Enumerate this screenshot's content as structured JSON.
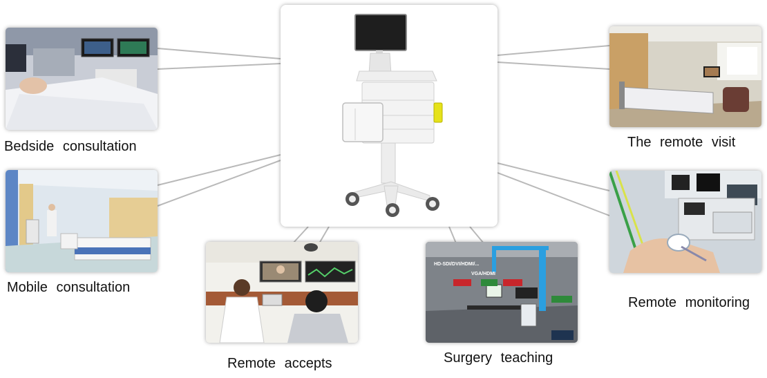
{
  "hub": {
    "icon": "medical-cart-icon"
  },
  "scenarios": [
    {
      "id": "bedside",
      "label": "Bedside consultation",
      "icon": "hospital-bed-icon"
    },
    {
      "id": "mobile",
      "label": "Mobile consultation",
      "icon": "ward-corridor-icon"
    },
    {
      "id": "remote-accepts",
      "label": "Remote accepts",
      "icon": "video-consult-icon"
    },
    {
      "id": "surgery-teaching",
      "label": "Surgery teaching",
      "icon": "operating-room-icon"
    },
    {
      "id": "remote-visit",
      "label": "The remote visit",
      "icon": "patient-room-icon"
    },
    {
      "id": "remote-monitoring",
      "label": "Remote monitoring",
      "icon": "patient-monitor-icon"
    }
  ],
  "surgery_overlay": {
    "line1": "HD-SDI/DVI/HDMI/...",
    "line2": "VGA/HDMI"
  },
  "colors": {
    "connector": "#b9b9b9",
    "caption": "#111111",
    "frame_shadow": "#999999"
  }
}
